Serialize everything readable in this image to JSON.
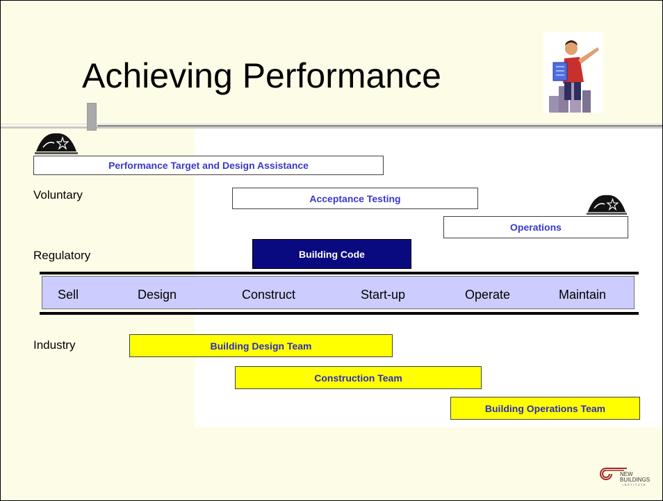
{
  "slide": {
    "title": "Achieving Performance"
  },
  "rows": {
    "voluntary": "Voluntary",
    "regulatory": "Regulatory",
    "industry": "Industry"
  },
  "bars": {
    "performance_target": "Performance Target and Design Assistance",
    "acceptance_testing": "Acceptance Testing",
    "operations": "Operations",
    "building_code": "Building Code",
    "building_design_team": "Building Design Team",
    "construction_team": "Construction Team",
    "building_operations_team": "Building Operations Team"
  },
  "phases": [
    "Sell",
    "Design",
    "Construct",
    "Start-up",
    "Operate",
    "Maintain"
  ],
  "logos": {
    "energy_star_icon": "energy-star-logo",
    "building_logo_line1": "NEW",
    "building_logo_line2": "BUILDINGS",
    "building_logo_line3": "INSTITUTE"
  },
  "colors": {
    "background": "#fdfde7",
    "phase_band": "#ccccff",
    "code_bar": "#0a0a80",
    "team_bar": "#ffff00",
    "bar_text": "#3838c8"
  }
}
